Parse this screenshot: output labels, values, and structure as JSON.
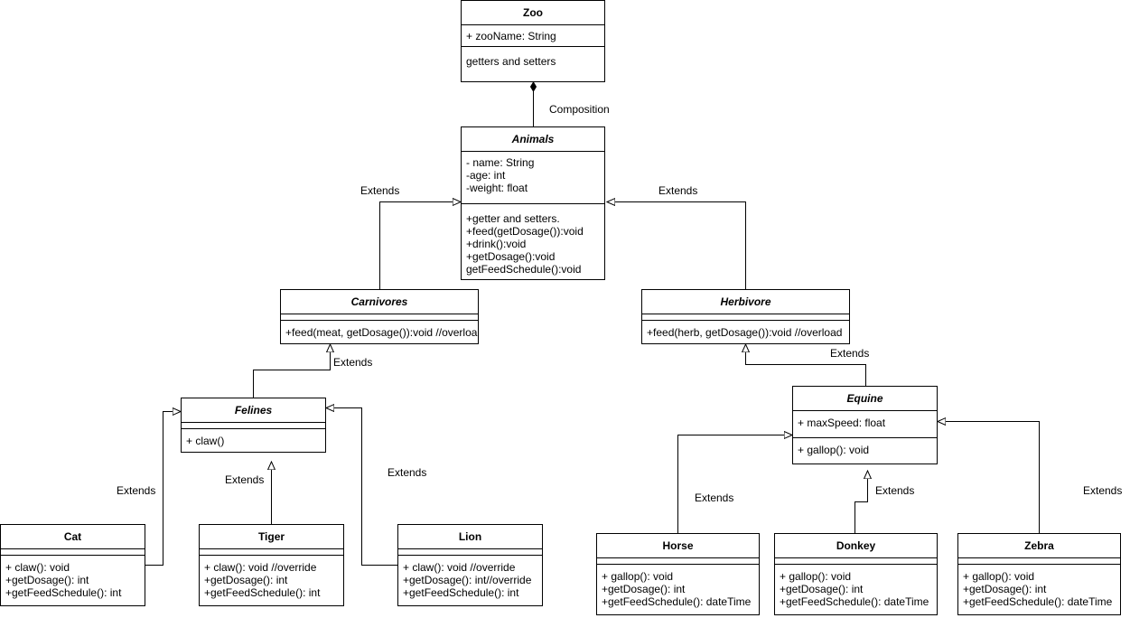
{
  "classes": {
    "zoo": {
      "name": "Zoo",
      "attributes": [
        "+ zooName: String"
      ],
      "methods": [
        "getters and setters"
      ]
    },
    "animals": {
      "name": "Animals",
      "attributes": [
        "- name: String",
        "-age: int",
        "-weight: float"
      ],
      "methods": [
        "+getter and setters.",
        "+feed(getDosage()):void",
        "+drink():void",
        "+getDosage():void",
        "getFeedSchedule():void"
      ]
    },
    "carnivores": {
      "name": "Carnivores",
      "methods": [
        "+feed(meat, getDosage()):void //overloa"
      ]
    },
    "herbivore": {
      "name": "Herbivore",
      "methods": [
        "+feed(herb, getDosage()):void //overload"
      ]
    },
    "felines": {
      "name": "Felines",
      "methods": [
        "+ claw()"
      ]
    },
    "equine": {
      "name": "Equine",
      "attributes": [
        "+ maxSpeed: float"
      ],
      "methods": [
        "+ gallop(): void"
      ]
    },
    "cat": {
      "name": "Cat",
      "methods": [
        "+ claw(): void",
        "+getDosage(): int",
        "+getFeedSchedule(): int"
      ]
    },
    "tiger": {
      "name": "Tiger",
      "methods": [
        "+ claw(): void //override",
        "+getDosage(): int",
        "+getFeedSchedule(): int"
      ]
    },
    "lion": {
      "name": "Lion",
      "methods": [
        "+ claw(): void //override",
        "+getDosage(): int//override",
        "+getFeedSchedule(): int"
      ]
    },
    "horse": {
      "name": "Horse",
      "methods": [
        "+ gallop(): void",
        "+getDosage(): int",
        "+getFeedSchedule(): dateTime"
      ]
    },
    "donkey": {
      "name": "Donkey",
      "methods": [
        "+ gallop(): void",
        "+getDosage(): int",
        "+getFeedSchedule(): dateTime"
      ]
    },
    "zebra": {
      "name": "Zebra",
      "methods": [
        "+ gallop(): void",
        "+getDosage(): int",
        "+getFeedSchedule(): dateTime"
      ]
    }
  },
  "labels": {
    "composition": "Composition",
    "extends": "Extends"
  }
}
